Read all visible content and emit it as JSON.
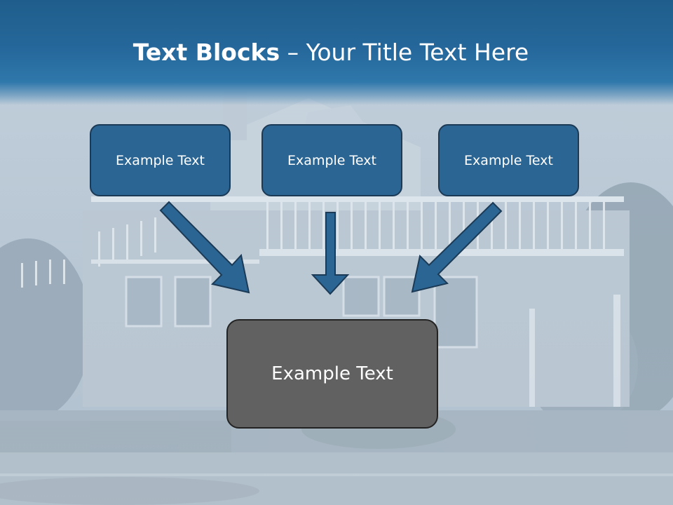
{
  "title": {
    "bold_part": "Text Blocks",
    "separator": " – ",
    "normal_part": "Your Title Text Here"
  },
  "blocks": [
    {
      "label": "Example Text"
    },
    {
      "label": "Example Text"
    },
    {
      "label": "Example Text"
    }
  ],
  "center_block": {
    "label": "Example Text"
  },
  "colors": {
    "header": "#25679a",
    "block_fill": "#2b6593",
    "block_border": "#1b3a56",
    "center_fill": "#616161",
    "center_border": "#232323",
    "arrow_fill": "#2b6593",
    "arrow_stroke": "#1b3a56"
  }
}
